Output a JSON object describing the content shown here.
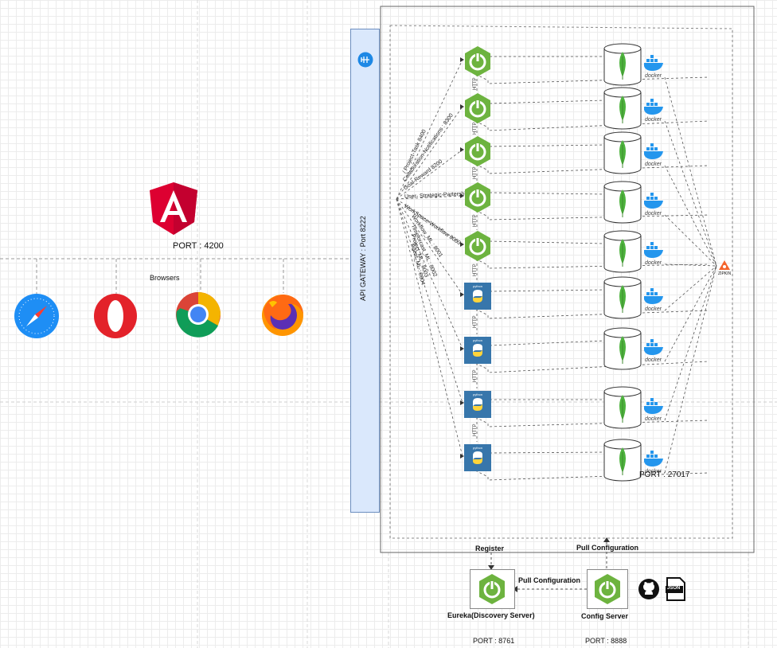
{
  "frontend": {
    "angular_port": "PORT : 4200",
    "browsers_label": "Browsers",
    "browsers": [
      "safari-icon",
      "opera-icon",
      "chrome-icon",
      "firefox-icon"
    ]
  },
  "gateway": {
    "label": "API GATEWAY : Port 8222"
  },
  "routes": [
    "/ Project-Task 8400",
    "Collaboration-Notifications : 8300",
    "Goal-Reward 8200",
    "User- Strategic-Partership : 8100",
    "WorkSpace-Workflow 8000",
    "Workflow_ML : 8001",
    "Timeforcast_ML : 8002",
    "Project_ML : 8003",
    "Agent_ML : 8004"
  ],
  "http_label": "HTTP",
  "db": {
    "docker_label": "docker",
    "port": "PORT : 27017"
  },
  "zipkin_label": "ZIPKIN",
  "python_label": "python",
  "json_label": "JSON",
  "infra": {
    "register_label": "Register",
    "pull_config_top": "Pull Configuration",
    "pull_config_side": "Pull Configuration",
    "eureka_label": "Eureka(Discovery Server)",
    "config_label": "Config Server",
    "eureka_port": "PORT : 8761",
    "config_port": "PORT : 8888"
  },
  "colors": {
    "spring": "#6DB33F",
    "angular": "#DD0031",
    "mongo": "#4DB33D",
    "docker": "#2496ED",
    "python_tile": "#3776AB",
    "gateway_fill": "#DAE8FC",
    "gateway_border": "#6C8EBF"
  }
}
